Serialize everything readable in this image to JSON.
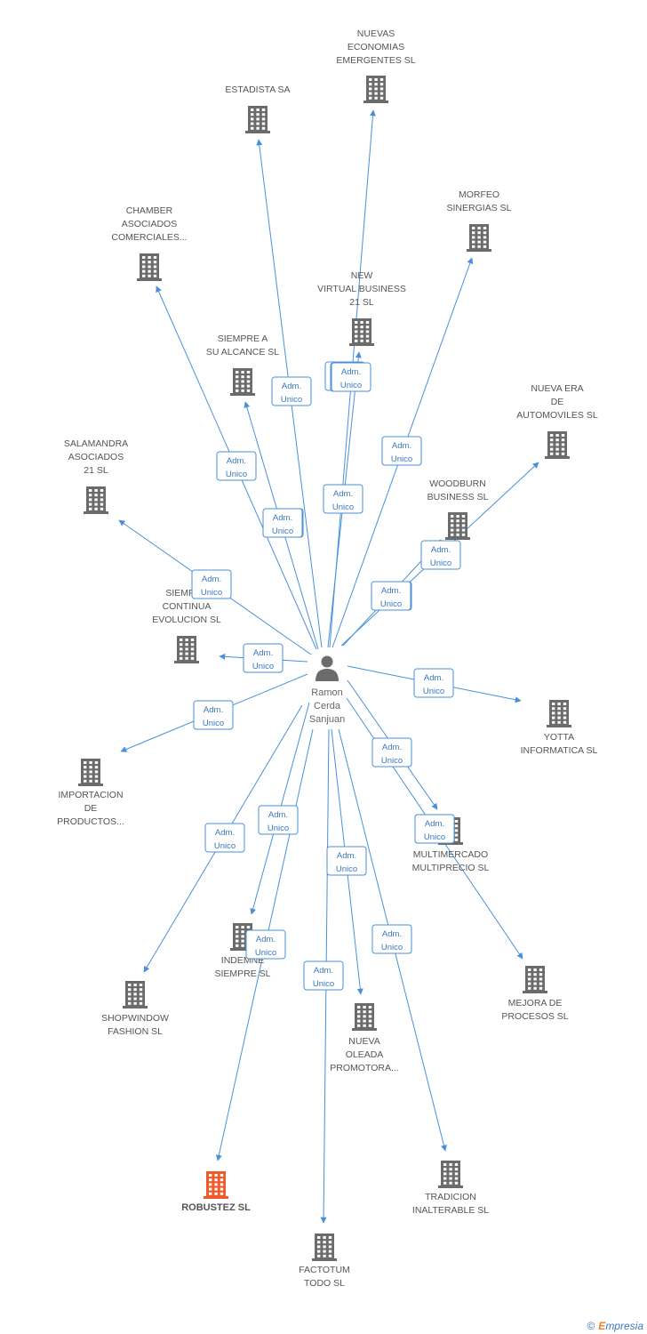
{
  "colors": {
    "edge": "#4a90d9",
    "building": "#6b6b6b",
    "highlight": "#f05a28",
    "person": "#6b6b6b"
  },
  "person": {
    "lines": [
      "Ramon",
      "Cerda",
      "Sanjuan"
    ]
  },
  "edge_label": [
    "Adm.",
    "Unico"
  ],
  "companies": [
    {
      "id": "nuevas-economias",
      "lines": [
        "NUEVAS",
        "ECONOMIAS",
        "EMERGENTES SL"
      ],
      "highlight": false
    },
    {
      "id": "estadista",
      "lines": [
        "ESTADISTA SA"
      ],
      "highlight": false
    },
    {
      "id": "morfeo",
      "lines": [
        "MORFEO",
        "SINERGIAS SL"
      ],
      "highlight": false
    },
    {
      "id": "chamber",
      "lines": [
        "CHAMBER",
        "ASOCIADOS",
        "COMERCIALES..."
      ],
      "highlight": false
    },
    {
      "id": "new-virtual",
      "lines": [
        "NEW",
        "VIRTUAL BUSINESS",
        "21 SL"
      ],
      "highlight": false
    },
    {
      "id": "siempre-alcance",
      "lines": [
        "SIEMPRE A",
        "SU ALCANCE SL"
      ],
      "highlight": false
    },
    {
      "id": "nueva-era",
      "lines": [
        "NUEVA ERA",
        "DE",
        "AUTOMOVILES SL"
      ],
      "highlight": false
    },
    {
      "id": "salamandra",
      "lines": [
        "SALAMANDRA",
        "ASOCIADOS",
        "21 SL"
      ],
      "highlight": false
    },
    {
      "id": "woodburn",
      "lines": [
        "WOODBURN",
        "BUSINESS SL"
      ],
      "highlight": false
    },
    {
      "id": "siempre-continua",
      "lines": [
        "SIEMPRE",
        "CONTINUA",
        "EVOLUCION SL"
      ],
      "highlight": false
    },
    {
      "id": "yotta",
      "lines": [
        "YOTTA",
        "INFORMATICA SL"
      ],
      "highlight": false
    },
    {
      "id": "importacion",
      "lines": [
        "IMPORTACION",
        "DE",
        "PRODUCTOS..."
      ],
      "highlight": false
    },
    {
      "id": "multimercado",
      "lines": [
        "MULTIMERCADO",
        "MULTIPRECIO SL"
      ],
      "highlight": false
    },
    {
      "id": "indemne",
      "lines": [
        "INDEMNE",
        "SIEMPRE SL"
      ],
      "highlight": false
    },
    {
      "id": "mejora",
      "lines": [
        "MEJORA DE",
        "PROCESOS SL"
      ],
      "highlight": false
    },
    {
      "id": "shopwindow",
      "lines": [
        "SHOPWINDOW",
        "FASHION SL"
      ],
      "highlight": false
    },
    {
      "id": "nueva-oleada",
      "lines": [
        "NUEVA",
        "OLEADA",
        "PROMOTORA..."
      ],
      "highlight": false
    },
    {
      "id": "robustez",
      "lines": [
        "ROBUSTEZ SL"
      ],
      "highlight": true
    },
    {
      "id": "tradicion",
      "lines": [
        "TRADICION",
        "INALTERABLE SL"
      ],
      "highlight": false
    },
    {
      "id": "factotum",
      "lines": [
        "FACTOTUM",
        "TODO SL"
      ],
      "highlight": false
    }
  ],
  "footer": {
    "copyright": "©",
    "brand_e": "E",
    "brand_rest": "mpresia"
  }
}
